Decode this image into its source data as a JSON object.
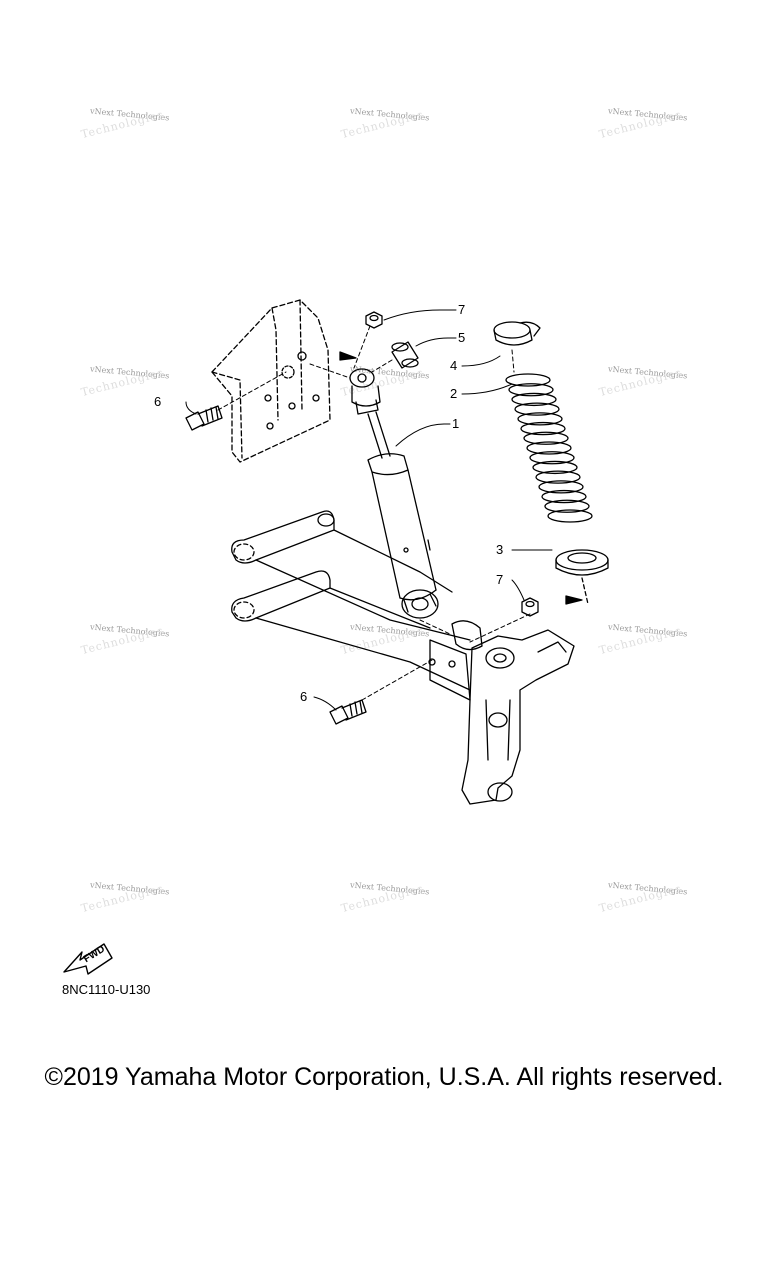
{
  "watermark": {
    "line1": "vNext Technologies",
    "line2": "Technologies"
  },
  "callouts": [
    "7",
    "5",
    "4",
    "2",
    "6",
    "1",
    "3",
    "7",
    "6"
  ],
  "fwd_label": "FWD",
  "diagram_code": "8NC1110-U130",
  "copyright": "©2019 Yamaha Motor Corporation, U.S.A. All rights reserved."
}
